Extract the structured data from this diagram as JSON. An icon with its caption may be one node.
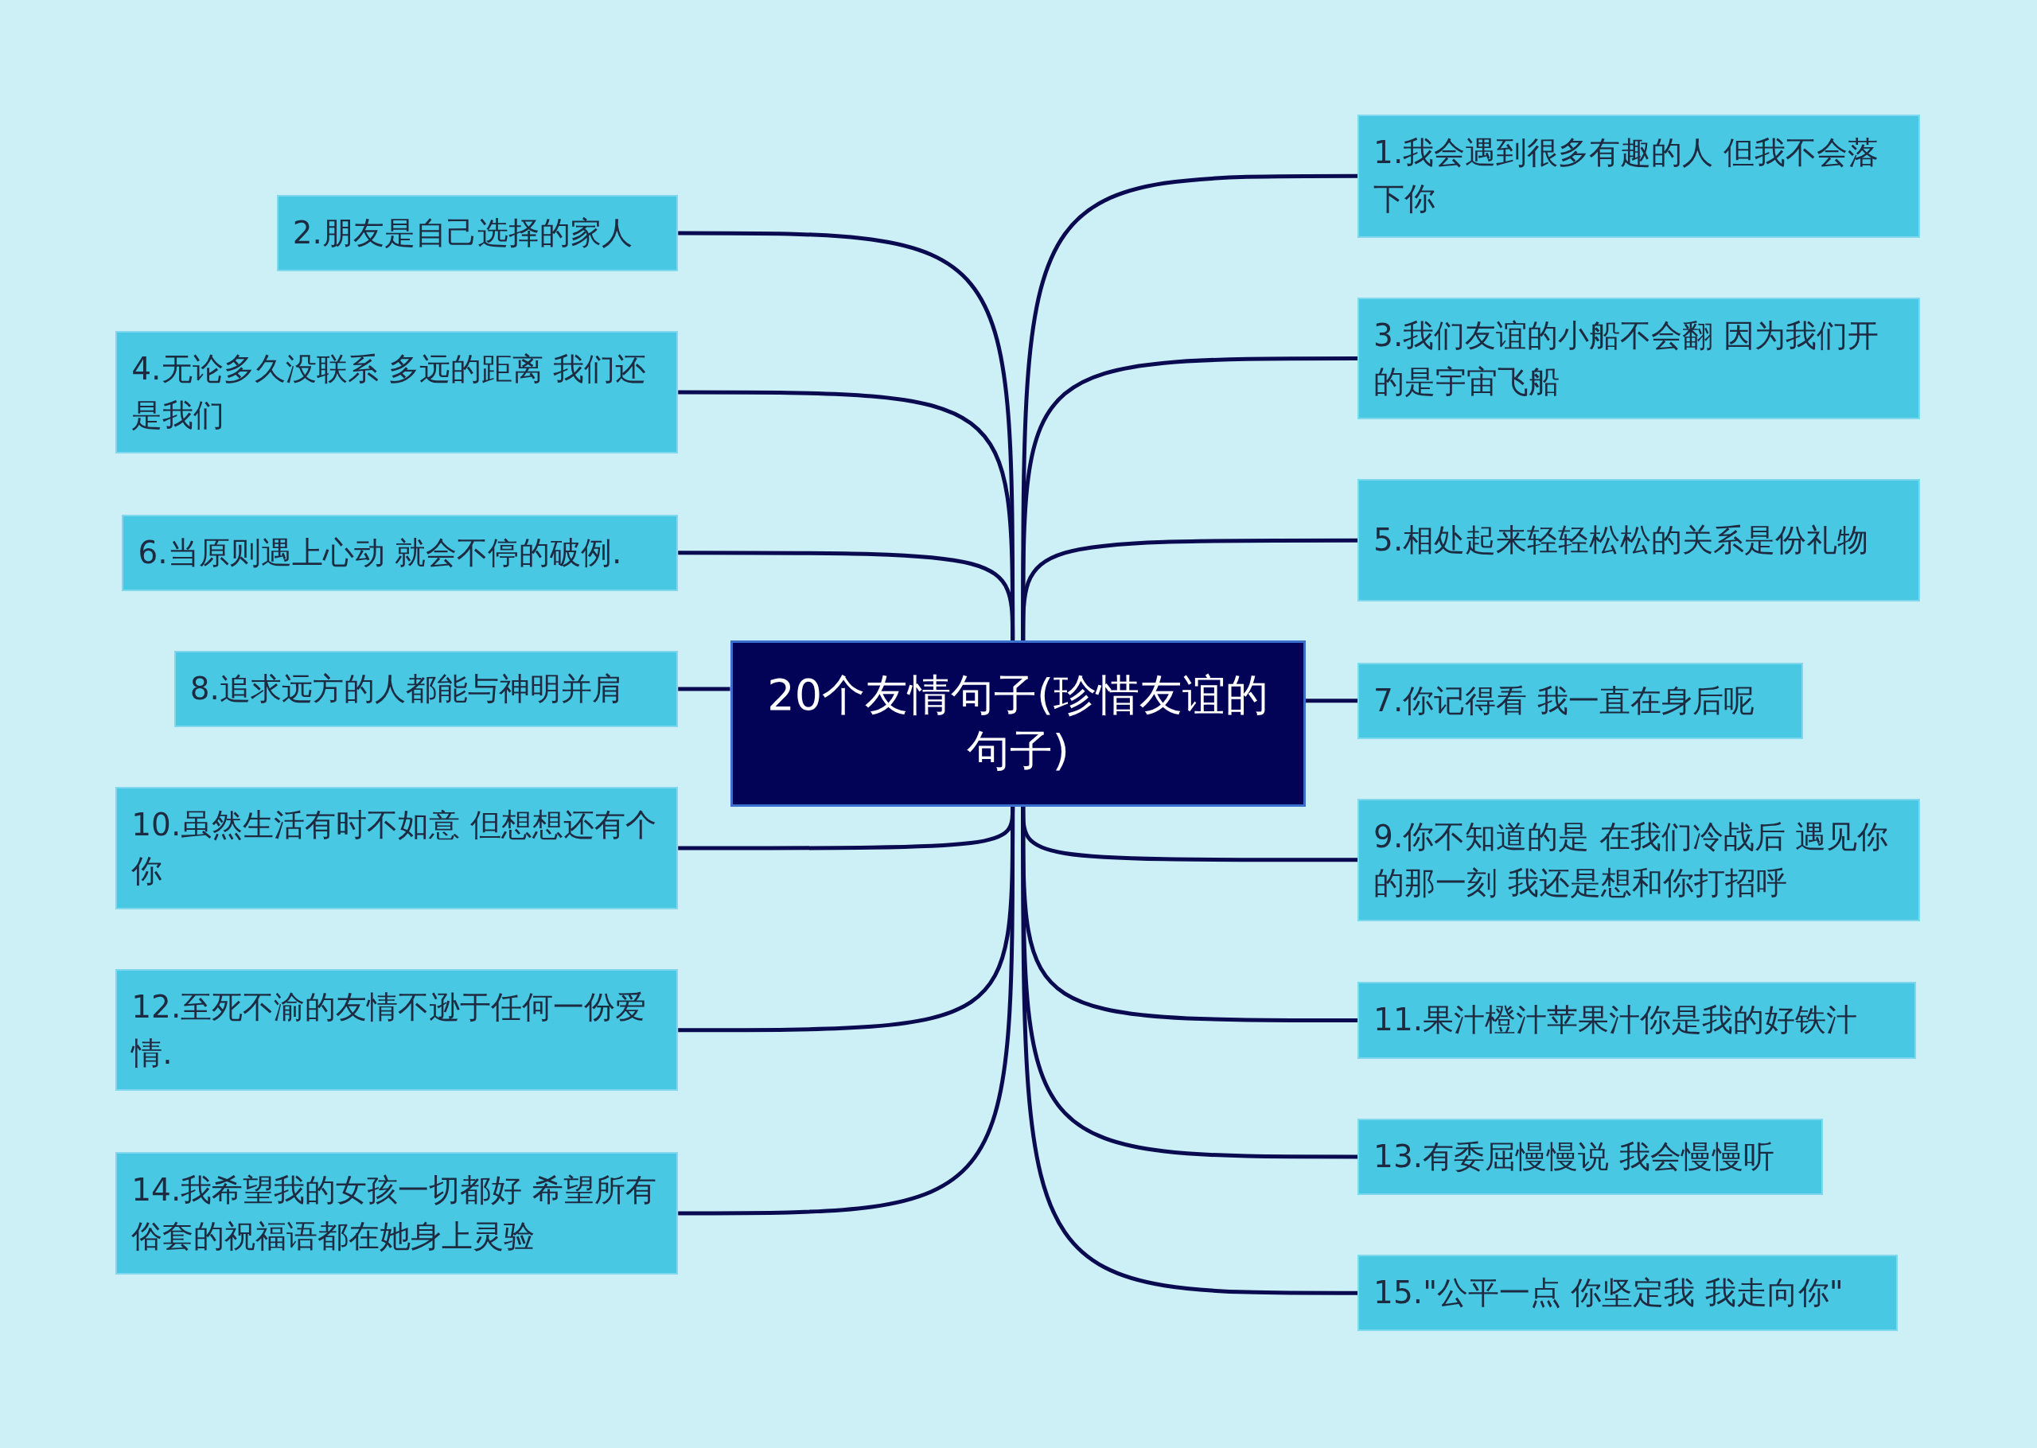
{
  "diagram": {
    "nodes": [
      {
        "text": [
          "20个友情句子(珍惜友谊的句子)"
        ]
      },
      {
        "text": [
          "1.我会遇到很多有趣的人 但我不会落下你"
        ]
      },
      {
        "text": [
          "2.朋友是自己选择的家人"
        ]
      },
      {
        "text": [
          "3.我们友谊的小船不会翻 因为我们开的是宇宙飞船"
        ]
      },
      {
        "text": [
          "4.无论多久没联系 多远的距离 我们还是我们"
        ]
      },
      {
        "text": [
          "5.相处起来轻轻松松的关系是份礼物"
        ]
      },
      {
        "text": [
          "6.当原则遇上心动 就会不停的破例."
        ]
      },
      {
        "text": [
          "7.你记得看 我一直在身后呢"
        ]
      },
      {
        "text": [
          "8.追求远方的人都能与神明并肩"
        ]
      },
      {
        "text": [
          "9.你不知道的是 在我们冷战后 遇见你的那一刻 我还是想和你打招呼"
        ]
      },
      {
        "text": [
          "10.虽然生活有时不如意 但想想还有个你"
        ]
      },
      {
        "text": [
          "11.果汁橙汁苹果汁你是我的好铁汁"
        ]
      },
      {
        "text": [
          "12.至死不渝的友情不逊于任何一份爱情."
        ]
      },
      {
        "text": [
          "13.有委屈慢慢说 我会慢慢听"
        ]
      },
      {
        "text": [
          "14.我希望我的女孩一切都好 希望所有俗套的祝福语都在她身上灵验"
        ]
      },
      {
        "text": [
          "15.\"公平一点 你坚定我 我走向你\""
        ]
      }
    ],
    "edges": [
      {
        "from": 0,
        "to": 1,
        "arrow": "none"
      },
      {
        "from": 0,
        "to": 2,
        "arrow": "none"
      },
      {
        "from": 0,
        "to": 3,
        "arrow": "none"
      },
      {
        "from": 0,
        "to": 4,
        "arrow": "none"
      },
      {
        "from": 0,
        "to": 5,
        "arrow": "none"
      },
      {
        "from": 0,
        "to": 6,
        "arrow": "none"
      },
      {
        "from": 0,
        "to": 7,
        "arrow": "none"
      },
      {
        "from": 0,
        "to": 8,
        "arrow": "none"
      },
      {
        "from": 0,
        "to": 9,
        "arrow": "none"
      },
      {
        "from": 0,
        "to": 10,
        "arrow": "none"
      },
      {
        "from": 0,
        "to": 11,
        "arrow": "none"
      },
      {
        "from": 0,
        "to": 12,
        "arrow": "none"
      },
      {
        "from": 0,
        "to": 13,
        "arrow": "none"
      },
      {
        "from": 0,
        "to": 14,
        "arrow": "none"
      },
      {
        "from": 0,
        "to": 15,
        "arrow": "none"
      }
    ]
  }
}
